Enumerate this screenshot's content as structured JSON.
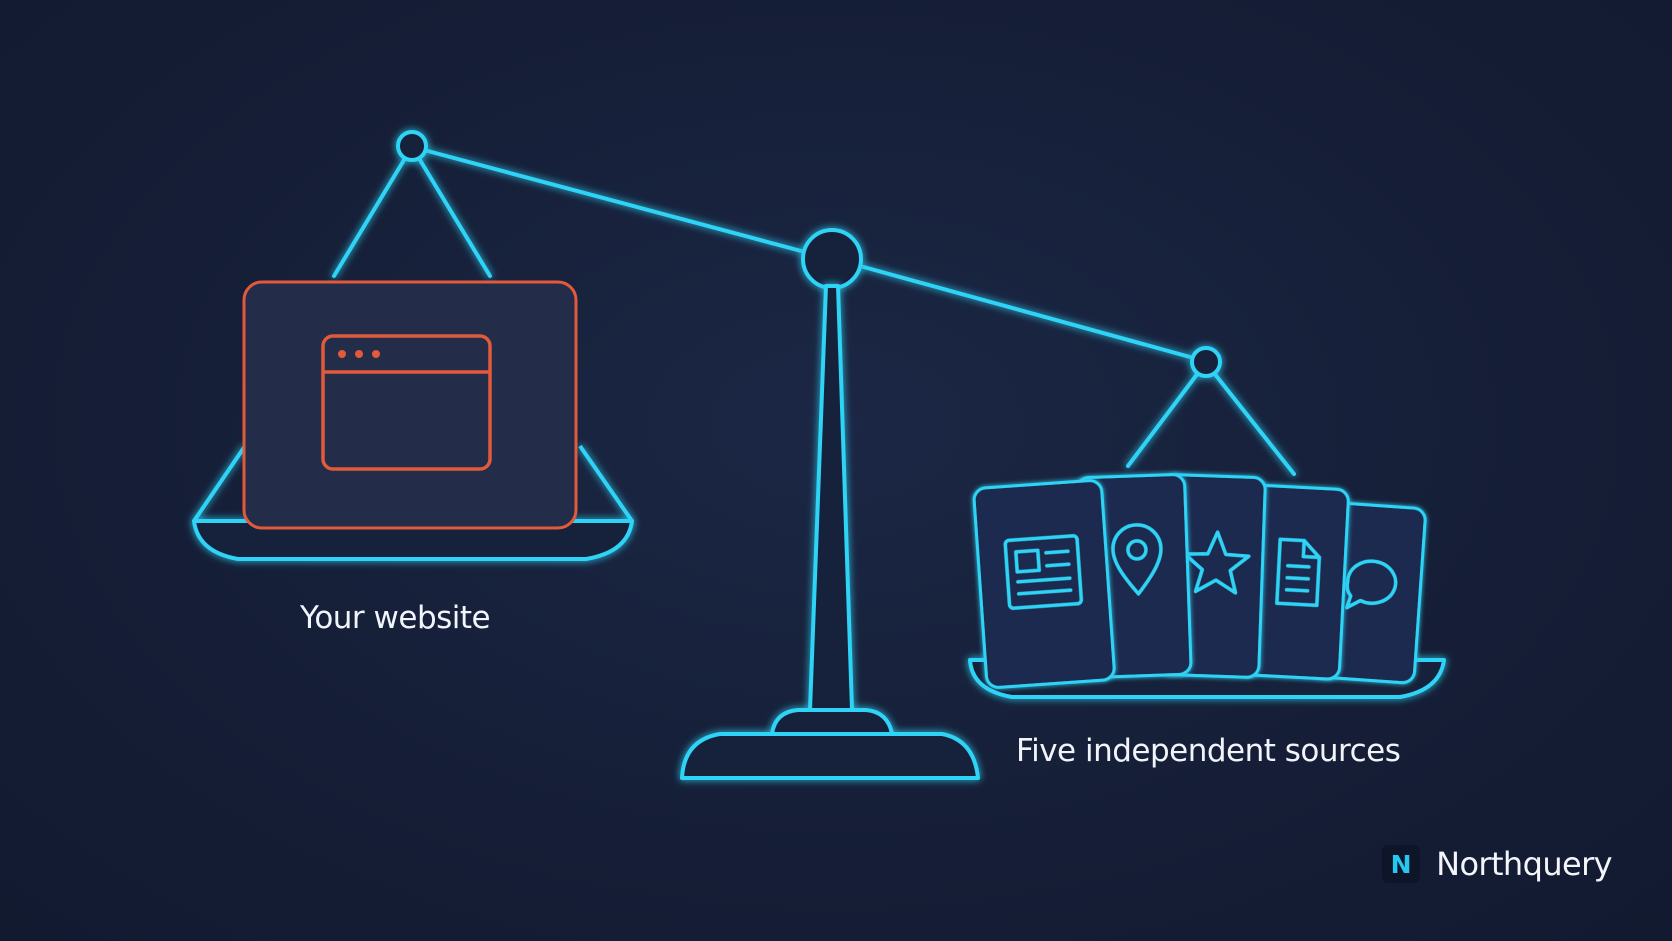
{
  "diagram": {
    "left_pan_label": "Your website",
    "right_pan_label": "Five independent sources"
  },
  "brand": {
    "logo_letter": "N",
    "name": "Northquery"
  },
  "colors": {
    "background": "#16203a",
    "scale_stroke": "#2ed3f5",
    "website_stroke": "#e25a3a",
    "text": "#f1f4fa"
  },
  "icons": [
    "browser-window-icon",
    "newspaper-icon",
    "location-pin-icon",
    "star-icon",
    "document-icon",
    "chat-bubble-icon"
  ]
}
